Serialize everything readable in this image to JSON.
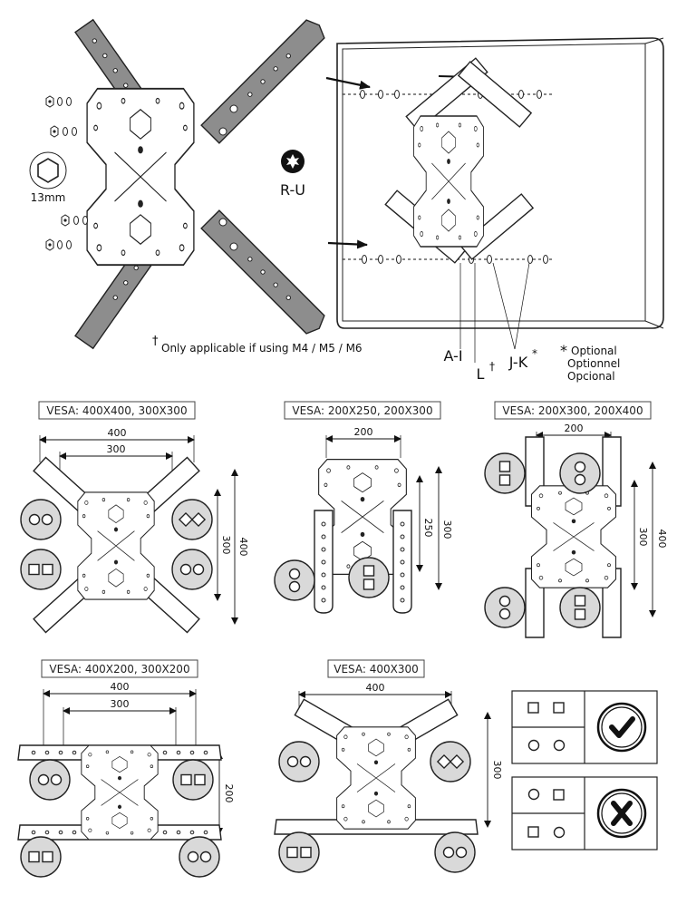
{
  "top": {
    "tool_label": "13mm",
    "bit_label": "R-U",
    "note_marker": "†",
    "note_text": "Only applicable if using M4 / M5 / M6",
    "callout_ai": "A-I",
    "callout_l": "L",
    "callout_l_mark": "†",
    "callout_jk": "J-K",
    "callout_jk_mark": "*",
    "optional_marker": "*",
    "optional_en": "Optional",
    "optional_fr": "Optionnel",
    "optional_es": "Opcional",
    "icon_nut": "hex-nut-icon",
    "icon_bit": "torx-bit-icon"
  },
  "panels": [
    {
      "id": "p1",
      "title": "VESA: 400X400, 300X300",
      "dims": [
        "400",
        "300",
        "300",
        "400"
      ]
    },
    {
      "id": "p2",
      "title": "VESA: 200X250, 200X300",
      "dims": [
        "200",
        "250",
        "300"
      ]
    },
    {
      "id": "p3",
      "title": "VESA: 200X300, 200X400",
      "dims": [
        "200",
        "300",
        "400"
      ]
    },
    {
      "id": "p4",
      "title": "VESA: 400X200, 300X200",
      "dims": [
        "400",
        "300",
        "200"
      ]
    },
    {
      "id": "p5",
      "title": "VESA: 400X300",
      "dims": [
        "400",
        "300"
      ]
    }
  ],
  "legend": {
    "correct_icon": "check-icon",
    "wrong_icon": "x-icon"
  },
  "colors": {
    "line": "#222222",
    "fill_grey": "#d9d9d9",
    "dark_grey": "#8d8d8d"
  }
}
